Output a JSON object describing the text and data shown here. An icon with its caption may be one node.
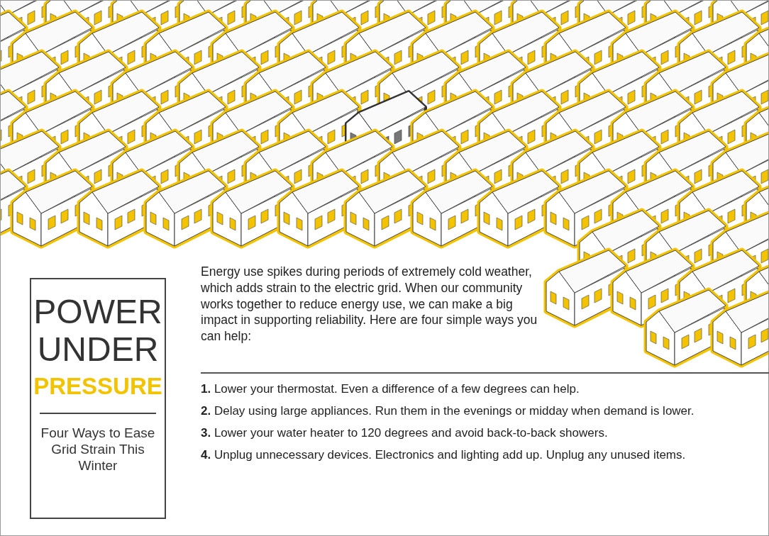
{
  "diagram": {
    "nodes": [
      {
        "text": [
          "POWER UNDER",
          "PRESSURE",
          "Four Ways to Ease Grid Strain This Winter"
        ]
      }
    ],
    "labels": [
      "Energy use spikes during periods of extremely cold weather, which adds strain to the electric grid. When our community works together to reduce energy use, we can make a big impact in supporting reliability. Here are four simple ways you can help:",
      "**1.** Lower your thermostat. Even a difference of a few degrees can help.",
      "**2.** Delay using large appliances. Run them in the evenings or midday when demand is lower.",
      "**3.** Lower your water heater to 120 degrees and avoid back-to-back showers.",
      "**4.** Unplug unnecessary devices. Electronics and lighting add up. Unplug any unused items."
    ]
  }
}
